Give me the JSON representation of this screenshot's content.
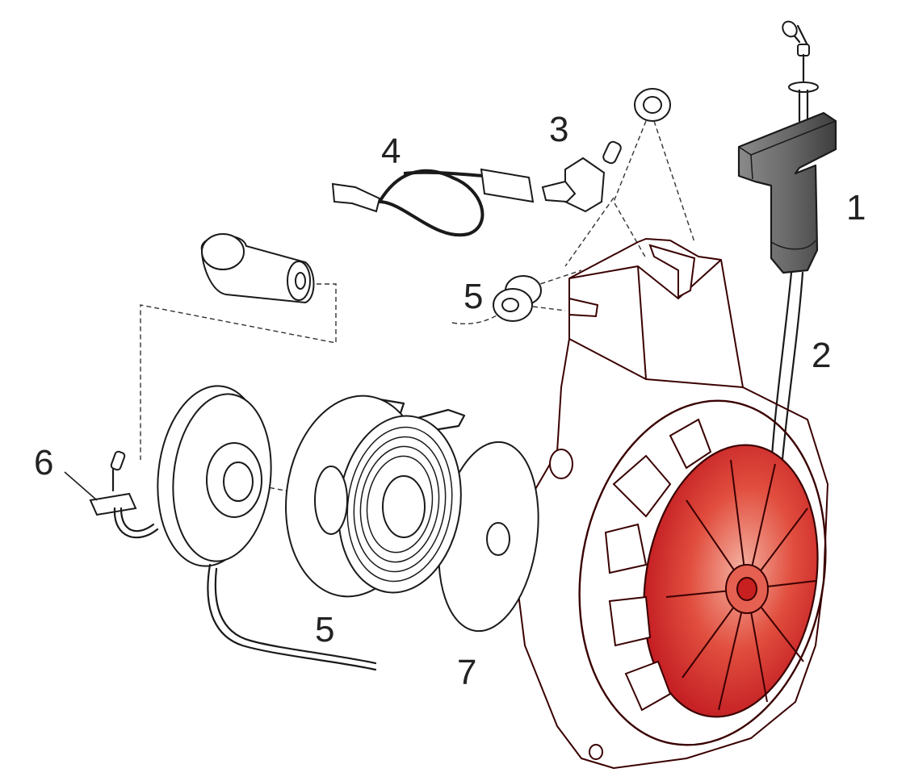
{
  "colors": {
    "housing": "#d92b2b",
    "housing_highlight": "#f07a5a",
    "handle": "#555555",
    "line": "#1a1a1a"
  },
  "callouts": [
    {
      "id": "1",
      "label": "1"
    },
    {
      "id": "2",
      "label": "2"
    },
    {
      "id": "3",
      "label": "3"
    },
    {
      "id": "4",
      "label": "4"
    },
    {
      "id": "5a",
      "label": "5"
    },
    {
      "id": "5b",
      "label": "5"
    },
    {
      "id": "6",
      "label": "6"
    },
    {
      "id": "7",
      "label": "7"
    }
  ]
}
